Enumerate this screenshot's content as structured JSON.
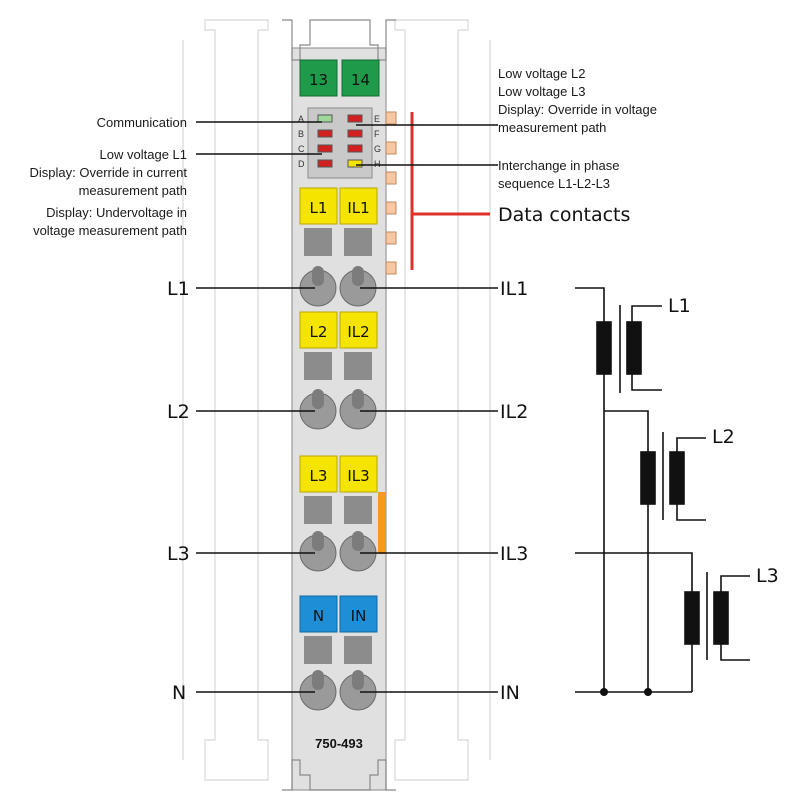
{
  "top_badges": [
    "13",
    "14"
  ],
  "led_letters_left": [
    "A",
    "B",
    "C",
    "D"
  ],
  "led_letters_right": [
    "E",
    "F",
    "G",
    "H"
  ],
  "callouts_left": {
    "communication": "Communication",
    "low_voltage_l1": "Low voltage L1",
    "override_current_1": "Display: Override in current",
    "override_current_2": "measurement path",
    "undervoltage_1": "Display: Undervoltage in",
    "undervoltage_2": "voltage measurement path"
  },
  "callouts_right": {
    "low_voltage_l2": "Low voltage L2",
    "low_voltage_l3": "Low voltage L3",
    "override_voltage_1": "Display: Override in voltage",
    "override_voltage_2": "measurement path",
    "interchange_1": "Interchange in phase",
    "interchange_2": "sequence L1-L2-L3",
    "data_contacts": "Data contacts"
  },
  "channels": [
    {
      "left": "L1",
      "right": "IL1",
      "badge_l": "L1",
      "badge_r": "IL1",
      "color": "#f5e400"
    },
    {
      "left": "L2",
      "right": "IL2",
      "badge_l": "L2",
      "badge_r": "IL2",
      "color": "#f5e400"
    },
    {
      "left": "L3",
      "right": "IL3",
      "badge_l": "L3",
      "badge_r": "IL3",
      "color": "#f5e400"
    },
    {
      "left": "N",
      "right": "IN",
      "badge_l": "N",
      "badge_r": "IN",
      "color": "#1e8fd6"
    }
  ],
  "model": "750-493",
  "transformer_labels": [
    "L1",
    "L2",
    "L3"
  ],
  "colors": {
    "green": "#1f9a4a",
    "yellow": "#f5e400",
    "blue": "#1e8fd6",
    "red_led": "#d22020",
    "data_line": "#e0302a",
    "orange": "#f39a21",
    "module": "#dcdcdc"
  }
}
